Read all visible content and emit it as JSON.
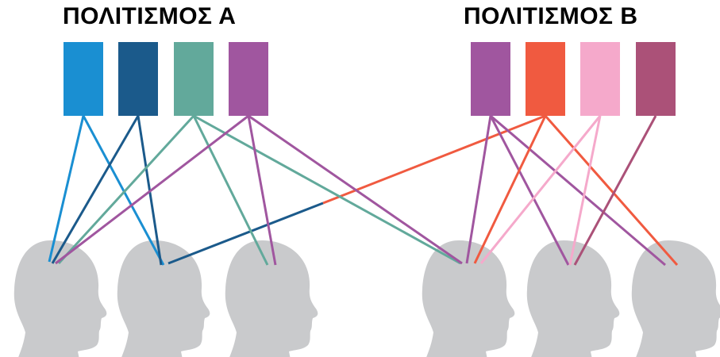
{
  "culture_a": {
    "title": "ΠΟΛΙΤΙΣΜΟΣ Α",
    "blocks": [
      {
        "color": "#1a8fd2"
      },
      {
        "color": "#1b5a8b"
      },
      {
        "color": "#62a99b"
      },
      {
        "color": "#a0569f"
      }
    ]
  },
  "culture_b": {
    "title": "ΠΟΛΙΤΙΣΜΟΣ Β",
    "blocks": [
      {
        "color": "#a0569f"
      },
      {
        "color": "#f05a40"
      },
      {
        "color": "#f5a9cb"
      },
      {
        "color": "#ab5178"
      }
    ]
  },
  "head_color": "#c9cacc",
  "connections": [
    {
      "from": "a0",
      "to": 0
    },
    {
      "from": "a0",
      "to": 1
    },
    {
      "from": "a1",
      "to": 0
    },
    {
      "from": "a1",
      "to": 1
    },
    {
      "from": "a1",
      "to": 3,
      "color": "#1b5a8b",
      "switch": "#f05a40",
      "via": "b1"
    },
    {
      "from": "a2",
      "to": 0
    },
    {
      "from": "a2",
      "to": 2
    },
    {
      "from": "a2",
      "to": 3
    },
    {
      "from": "a3",
      "to": 0
    },
    {
      "from": "a3",
      "to": 2
    },
    {
      "from": "a3",
      "to": 3
    },
    {
      "from": "b0",
      "to": 3
    },
    {
      "from": "b0",
      "to": 4
    },
    {
      "from": "b0",
      "to": 5
    },
    {
      "from": "b1",
      "to": 3
    },
    {
      "from": "b1",
      "to": 5
    },
    {
      "from": "b2",
      "to": 3
    },
    {
      "from": "b2",
      "to": 4
    },
    {
      "from": "b3",
      "to": 4
    }
  ]
}
